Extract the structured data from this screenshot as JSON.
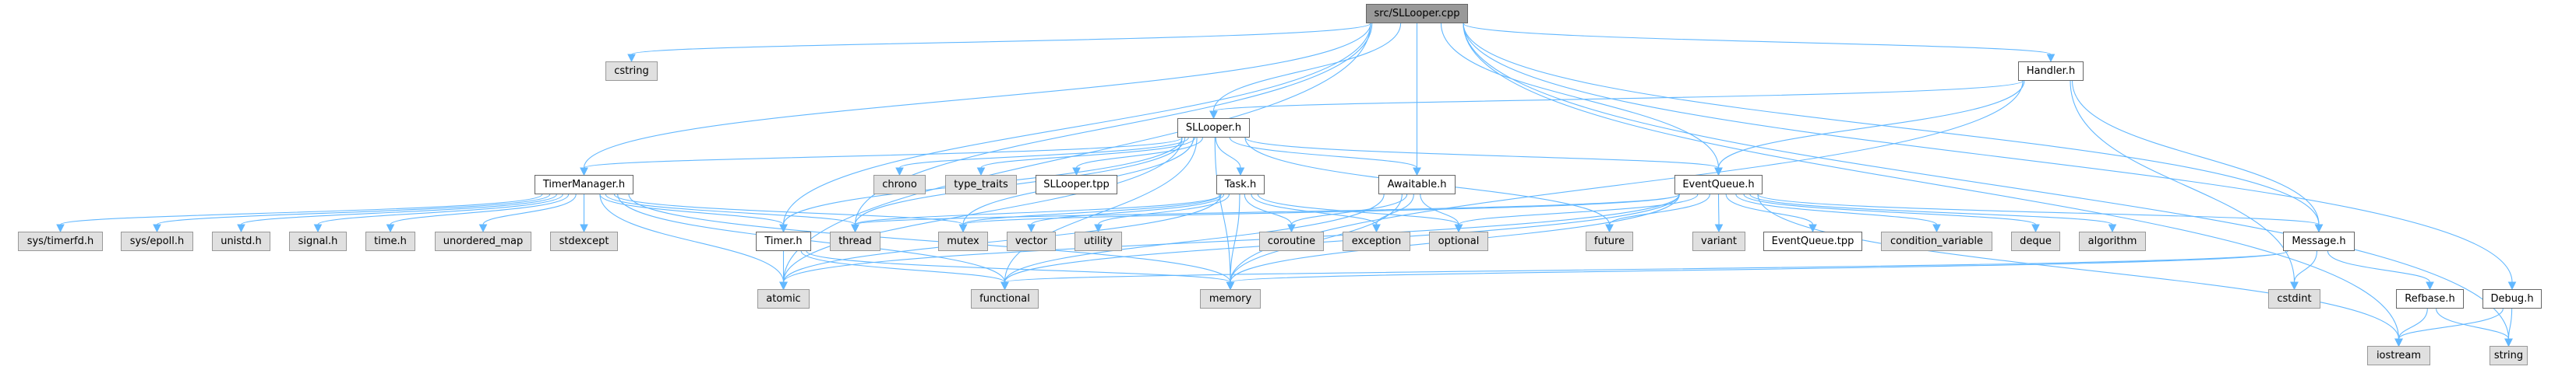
{
  "title": "src/SLLooper.cpp include dependency graph",
  "colors": {
    "edge": "#63b8ff",
    "root_fill": "#999999",
    "system_fill": "#e0e0e0",
    "local_fill": "#ffffff"
  },
  "nodes": [
    {
      "id": "root",
      "label": "src/SLLooper.cpp",
      "kind": "root"
    },
    {
      "id": "cstring",
      "label": "cstring",
      "kind": "system"
    },
    {
      "id": "handler",
      "label": "Handler.h",
      "kind": "local"
    },
    {
      "id": "sllooper_h",
      "label": "SLLooper.h",
      "kind": "local"
    },
    {
      "id": "timermanager",
      "label": "TimerManager.h",
      "kind": "local"
    },
    {
      "id": "chrono",
      "label": "chrono",
      "kind": "system"
    },
    {
      "id": "type_traits",
      "label": "type_traits",
      "kind": "system"
    },
    {
      "id": "sllooper_tpp",
      "label": "SLLooper.tpp",
      "kind": "local"
    },
    {
      "id": "task",
      "label": "Task.h",
      "kind": "local"
    },
    {
      "id": "awaitable",
      "label": "Awaitable.h",
      "kind": "local"
    },
    {
      "id": "eventqueue",
      "label": "EventQueue.h",
      "kind": "local"
    },
    {
      "id": "sys_timerfd",
      "label": "sys/timerfd.h",
      "kind": "system"
    },
    {
      "id": "sys_epoll",
      "label": "sys/epoll.h",
      "kind": "system"
    },
    {
      "id": "unistd",
      "label": "unistd.h",
      "kind": "system"
    },
    {
      "id": "signal",
      "label": "signal.h",
      "kind": "system"
    },
    {
      "id": "time_h",
      "label": "time.h",
      "kind": "system"
    },
    {
      "id": "unordered_map",
      "label": "unordered_map",
      "kind": "system"
    },
    {
      "id": "stdexcept",
      "label": "stdexcept",
      "kind": "system"
    },
    {
      "id": "timer",
      "label": "Timer.h",
      "kind": "local"
    },
    {
      "id": "thread",
      "label": "thread",
      "kind": "system"
    },
    {
      "id": "mutex",
      "label": "mutex",
      "kind": "system"
    },
    {
      "id": "vector",
      "label": "vector",
      "kind": "system"
    },
    {
      "id": "utility",
      "label": "utility",
      "kind": "system"
    },
    {
      "id": "coroutine",
      "label": "coroutine",
      "kind": "system"
    },
    {
      "id": "exception",
      "label": "exception",
      "kind": "system"
    },
    {
      "id": "optional",
      "label": "optional",
      "kind": "system"
    },
    {
      "id": "future",
      "label": "future",
      "kind": "system"
    },
    {
      "id": "variant",
      "label": "variant",
      "kind": "system"
    },
    {
      "id": "eventqueue_tpp",
      "label": "EventQueue.tpp",
      "kind": "local"
    },
    {
      "id": "condition_variable",
      "label": "condition_variable",
      "kind": "system"
    },
    {
      "id": "deque",
      "label": "deque",
      "kind": "system"
    },
    {
      "id": "algorithm",
      "label": "algorithm",
      "kind": "system"
    },
    {
      "id": "message",
      "label": "Message.h",
      "kind": "local"
    },
    {
      "id": "atomic",
      "label": "atomic",
      "kind": "system"
    },
    {
      "id": "functional",
      "label": "functional",
      "kind": "system"
    },
    {
      "id": "memory",
      "label": "memory",
      "kind": "system"
    },
    {
      "id": "cstdint",
      "label": "cstdint",
      "kind": "system"
    },
    {
      "id": "refbase",
      "label": "Refbase.h",
      "kind": "local"
    },
    {
      "id": "debug",
      "label": "Debug.h",
      "kind": "local"
    },
    {
      "id": "iostream",
      "label": "iostream",
      "kind": "system"
    },
    {
      "id": "string",
      "label": "string",
      "kind": "system"
    }
  ],
  "edges": [
    [
      "root",
      "cstring"
    ],
    [
      "root",
      "handler"
    ],
    [
      "root",
      "sllooper_h"
    ],
    [
      "root",
      "timermanager"
    ],
    [
      "root",
      "awaitable"
    ],
    [
      "root",
      "eventqueue"
    ],
    [
      "root",
      "timer"
    ],
    [
      "root",
      "thread"
    ],
    [
      "root",
      "atomic"
    ],
    [
      "root",
      "message"
    ],
    [
      "root",
      "debug"
    ],
    [
      "root",
      "iostream"
    ],
    [
      "root",
      "string"
    ],
    [
      "handler",
      "sllooper_h"
    ],
    [
      "handler",
      "eventqueue"
    ],
    [
      "handler",
      "message"
    ],
    [
      "handler",
      "memory"
    ],
    [
      "handler",
      "cstdint"
    ],
    [
      "sllooper_h",
      "timermanager"
    ],
    [
      "sllooper_h",
      "chrono"
    ],
    [
      "sllooper_h",
      "type_traits"
    ],
    [
      "sllooper_h",
      "sllooper_tpp"
    ],
    [
      "sllooper_h",
      "task"
    ],
    [
      "sllooper_h",
      "awaitable"
    ],
    [
      "sllooper_h",
      "eventqueue"
    ],
    [
      "sllooper_h",
      "timer"
    ],
    [
      "sllooper_h",
      "thread"
    ],
    [
      "sllooper_h",
      "mutex"
    ],
    [
      "sllooper_h",
      "atomic"
    ],
    [
      "sllooper_h",
      "memory"
    ],
    [
      "sllooper_h",
      "functional"
    ],
    [
      "sllooper_h",
      "future"
    ],
    [
      "timermanager",
      "sys_timerfd"
    ],
    [
      "timermanager",
      "sys_epoll"
    ],
    [
      "timermanager",
      "unistd"
    ],
    [
      "timermanager",
      "signal"
    ],
    [
      "timermanager",
      "time_h"
    ],
    [
      "timermanager",
      "unordered_map"
    ],
    [
      "timermanager",
      "stdexcept"
    ],
    [
      "timermanager",
      "timer"
    ],
    [
      "timermanager",
      "thread"
    ],
    [
      "timermanager",
      "mutex"
    ],
    [
      "timermanager",
      "atomic"
    ],
    [
      "timermanager",
      "functional"
    ],
    [
      "timermanager",
      "memory"
    ],
    [
      "timer",
      "atomic"
    ],
    [
      "timer",
      "functional"
    ],
    [
      "timer",
      "memory"
    ],
    [
      "task",
      "coroutine"
    ],
    [
      "task",
      "exception"
    ],
    [
      "task",
      "optional"
    ],
    [
      "task",
      "memory"
    ],
    [
      "task",
      "utility"
    ],
    [
      "task",
      "vector"
    ],
    [
      "task",
      "thread"
    ],
    [
      "task",
      "mutex"
    ],
    [
      "task",
      "atomic"
    ],
    [
      "awaitable",
      "coroutine"
    ],
    [
      "awaitable",
      "exception"
    ],
    [
      "awaitable",
      "optional"
    ],
    [
      "awaitable",
      "memory"
    ],
    [
      "awaitable",
      "functional"
    ],
    [
      "eventqueue",
      "future"
    ],
    [
      "eventqueue",
      "variant"
    ],
    [
      "eventqueue",
      "eventqueue_tpp"
    ],
    [
      "eventqueue",
      "condition_variable"
    ],
    [
      "eventqueue",
      "deque"
    ],
    [
      "eventqueue",
      "algorithm"
    ],
    [
      "eventqueue",
      "message"
    ],
    [
      "eventqueue",
      "thread"
    ],
    [
      "eventqueue",
      "mutex"
    ],
    [
      "eventqueue",
      "optional"
    ],
    [
      "eventqueue",
      "atomic"
    ],
    [
      "eventqueue",
      "functional"
    ],
    [
      "eventqueue",
      "memory"
    ],
    [
      "eventqueue",
      "iostream"
    ],
    [
      "message",
      "cstdint"
    ],
    [
      "message",
      "refbase"
    ],
    [
      "message",
      "functional"
    ],
    [
      "message",
      "memory"
    ],
    [
      "refbase",
      "iostream"
    ],
    [
      "refbase",
      "string"
    ],
    [
      "debug",
      "iostream"
    ],
    [
      "debug",
      "string"
    ]
  ]
}
